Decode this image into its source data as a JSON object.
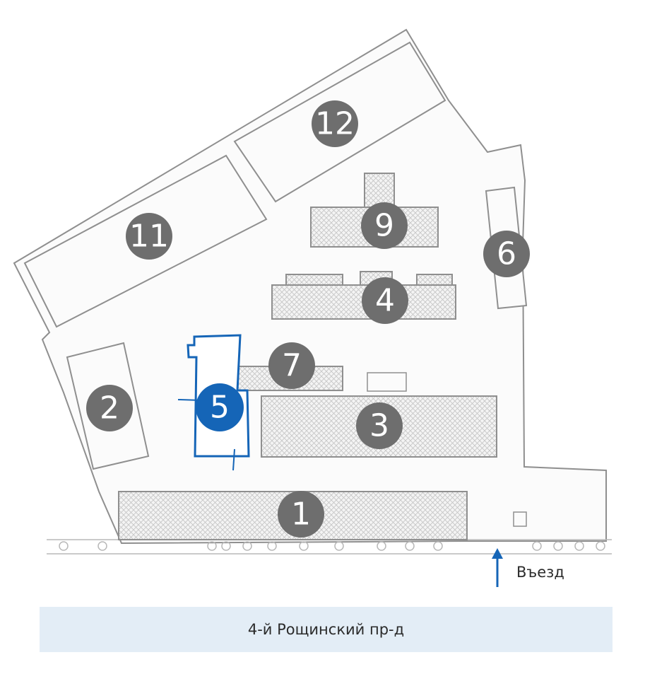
{
  "map": {
    "buildings": [
      {
        "id": "building-1",
        "label": "1",
        "highlighted": false
      },
      {
        "id": "building-2",
        "label": "2",
        "highlighted": false
      },
      {
        "id": "building-3",
        "label": "3",
        "highlighted": false
      },
      {
        "id": "building-4",
        "label": "4",
        "highlighted": false
      },
      {
        "id": "building-5",
        "label": "5",
        "highlighted": true
      },
      {
        "id": "building-6",
        "label": "6",
        "highlighted": false
      },
      {
        "id": "building-7",
        "label": "7",
        "highlighted": false
      },
      {
        "id": "building-9",
        "label": "9",
        "highlighted": false
      },
      {
        "id": "building-11",
        "label": "11",
        "highlighted": false
      },
      {
        "id": "building-12",
        "label": "12",
        "highlighted": false
      }
    ],
    "entry_label": "Въезд",
    "street_label": "4-й Рощинский пр-д",
    "colors": {
      "marker_gray": "#6e6e6e",
      "marker_highlight": "#1565b7",
      "outline": "#8f8f8f",
      "street_bar": "#e3edf6",
      "arrow": "#1565b7"
    }
  }
}
